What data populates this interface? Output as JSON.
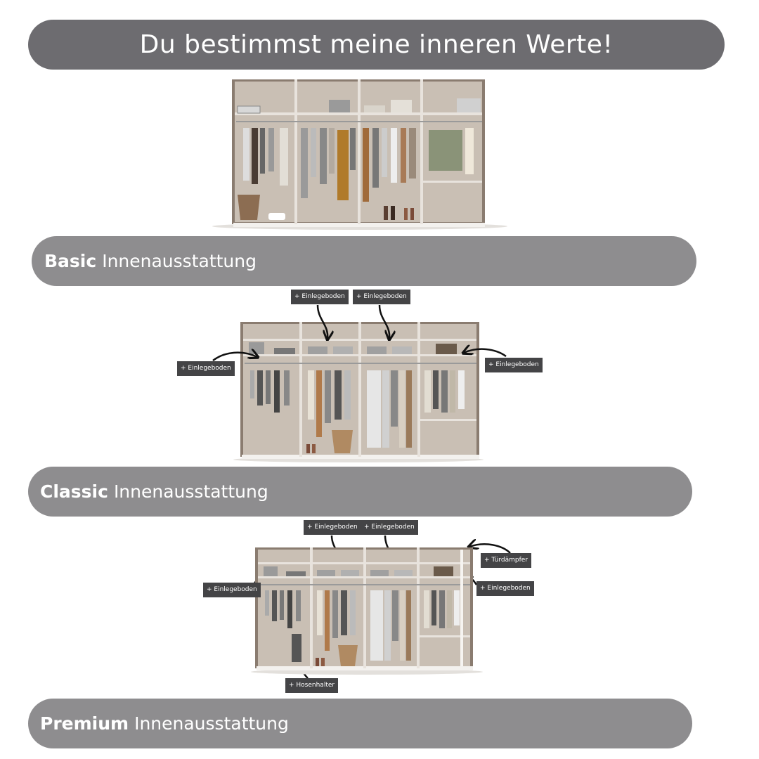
{
  "header": {
    "title": "Du bestimmst meine inneren Werte!"
  },
  "sections": [
    {
      "name_bold": "Basic",
      "name_rest": "Innenausstattung"
    },
    {
      "name_bold": "Classic",
      "name_rest": "Innenausstattung"
    },
    {
      "name_bold": "Premium",
      "name_rest": "Innenausstattung"
    }
  ],
  "callouts": {
    "classic": [
      "+ Einlegeboden",
      "+ Einlegeboden",
      "+ Einlegeboden",
      "+ Einlegeboden"
    ],
    "premium": [
      "+ Einlegeboden",
      "+ Einlegeboden",
      "+ Türdämpfer",
      "+ Einlegeboden",
      "+ Einlegeboden",
      "+ Hosenhalter"
    ]
  },
  "colors": {
    "title_bar": "#6d6c70",
    "label_bar": "#8e8d8f",
    "callout_bg": "#444446",
    "wardrobe_frame": "#8a7c70",
    "wardrobe_back": "#c9bfb4"
  }
}
